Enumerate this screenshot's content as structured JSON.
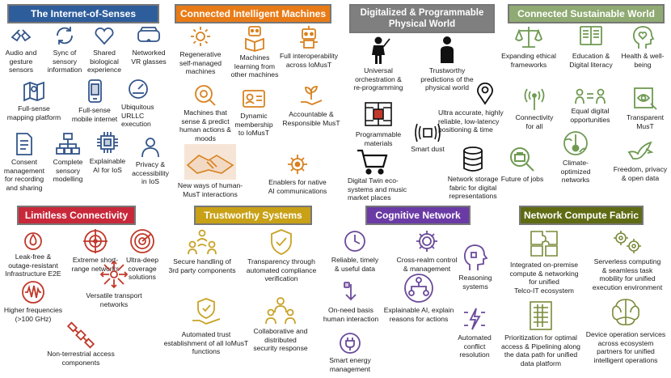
{
  "colors": {
    "blue": "#2e5d9c",
    "orange": "#e97b17",
    "gray": "#7f7f7f",
    "green": "#8faa72",
    "red": "#c8283a",
    "gold": "#c9a117",
    "purple": "#6a3aa5",
    "olive": "#606b14",
    "icon_blue": "#33558a",
    "icon_orange": "#d8811f",
    "icon_green": "#6f9a52",
    "icon_red": "#c0392b",
    "icon_gold": "#c9a227",
    "icon_purple": "#6b4a9a",
    "icon_olive": "#7a8a3a"
  },
  "sections": {
    "ios": {
      "title": "The Internet-of-Senses",
      "items": [
        "Audio and\ngesture\nsensors",
        "Sync of\nsensory\ninformation",
        "Shared\nbiological\nexperience",
        "Networked\nVR glasses",
        "Full-sense\nmapping platform",
        "Full-sense\nmobile internet",
        "Ubiquitous\nURLLC\nexecution",
        "Consent\nmanagement\nfor recording\nand sharing",
        "Complete\nsensory\nmodelling",
        "Explainable\nAI for IoS",
        "Privacy &\naccessibility\nin IoS"
      ]
    },
    "cim": {
      "title": "Connected Intelligent Machines",
      "items": [
        "Regenerative\nself-managed\nmachines",
        "Machines\nlearning from\nother machines",
        "Full interoperability\nacross IoMusT",
        "Machines that\nsense & predict\nhuman actions &\nmoods",
        "Dynamic\nmembership\nto IoMusT",
        "Accountable &\nResponsible MusT",
        "New ways of human-\nMusT interactions",
        "Enablers for native\nAI communications"
      ]
    },
    "dpw": {
      "title": "Digitalized & Programmable\nPhysical World",
      "items": [
        "Universal\norchestration &\nre-programming",
        "Trustworthy\npredictions of the\nphysical world",
        "Programmable\nmaterials",
        "Ultra accurate, highly\nreliable, low-latency\npositioning & time",
        "Smart dust",
        "Digital Twin eco-\nsystems and music\nmarket places",
        "Network storage\nfabric for digital\nrepresentations"
      ]
    },
    "csw": {
      "title": "Connected Sustainable World",
      "items": [
        "Expanding ethical\nframeworks",
        "Education &\nDigital literacy",
        "Health & well-\nbeing",
        "Connectivity\nfor all",
        "Equal digital\nopportunities",
        "Transparent MusT",
        "Future of jobs",
        "Climate-\noptimized\nnetworks",
        "Freedom, privacy\n& open data"
      ]
    },
    "lc": {
      "title": "Limitless Connectivity",
      "items": [
        "Leak-free &\noutage-resistant\nInfrastructure E2E",
        "Extreme short-\nrange networks",
        "Ultra-deep\ncoverage\nsolutions",
        "Higher frequencies\n(>100 GHz)",
        "Versatile transport\nnetworks",
        "Non-terrestrial access\ncomponents"
      ]
    },
    "ts": {
      "title": "Trustworthy Systems",
      "items": [
        "Secure handling of\n3rd party components",
        "Transparency through\nautomated compliance\nverification",
        "Automated trust\nestablishment of all IoMusT\nfunctions",
        "Collaborative and\ndistributed\nsecurity response"
      ]
    },
    "cn": {
      "title": "Cognitive Network",
      "items": [
        "Reliable, timely\n& useful data",
        "Cross-realm control\n& management",
        "Reasoning\nsystems",
        "On-need basis\nhuman interaction",
        "Explainable AI, explain\nreasons for actions",
        "Automated\nconflict\nresolution",
        "Smart energy\nmanagement"
      ]
    },
    "ncf": {
      "title": "Network Compute Fabric",
      "items": [
        "Integrated on-premise\ncompute & networking\nfor unified\nTelco-IT ecosystem",
        "Serverless computing\n& seamless task\nmobility for unified\nexecution environment",
        "Prioritization for optimal\naccess & Pipelining along\nthe data path for unified\ndata platform",
        "Device operation services\nacross ecosystem\npartners for unified\nintelligent operations"
      ]
    }
  }
}
